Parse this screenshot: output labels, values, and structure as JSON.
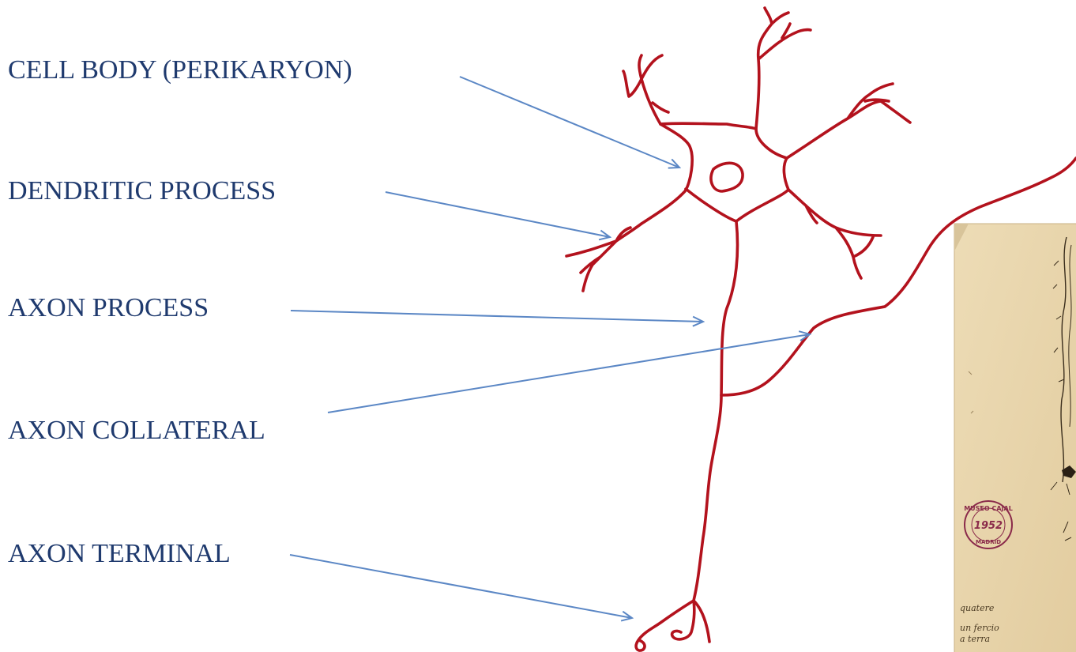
{
  "labels": {
    "cell_body": "CELL BODY (PERIKARYON)",
    "dendritic_process": "DENDRITIC PROCESS",
    "axon_process": "AXON PROCESS",
    "axon_collateral": "AXON COLLATERAL",
    "axon_terminal": "AXON TERMINAL"
  },
  "photo": {
    "stamp_line1": "MUSEO CAJAL",
    "stamp_year": "1952",
    "stamp_line2": "MADRID",
    "note_line1": "quatere",
    "note_line2": "un fercio",
    "note_line3": "a terra"
  },
  "colors": {
    "label_text": "#1f3a6e",
    "arrow": "#5b87c5",
    "neuron": "#b3121d",
    "paper": "#e9d6ae"
  }
}
